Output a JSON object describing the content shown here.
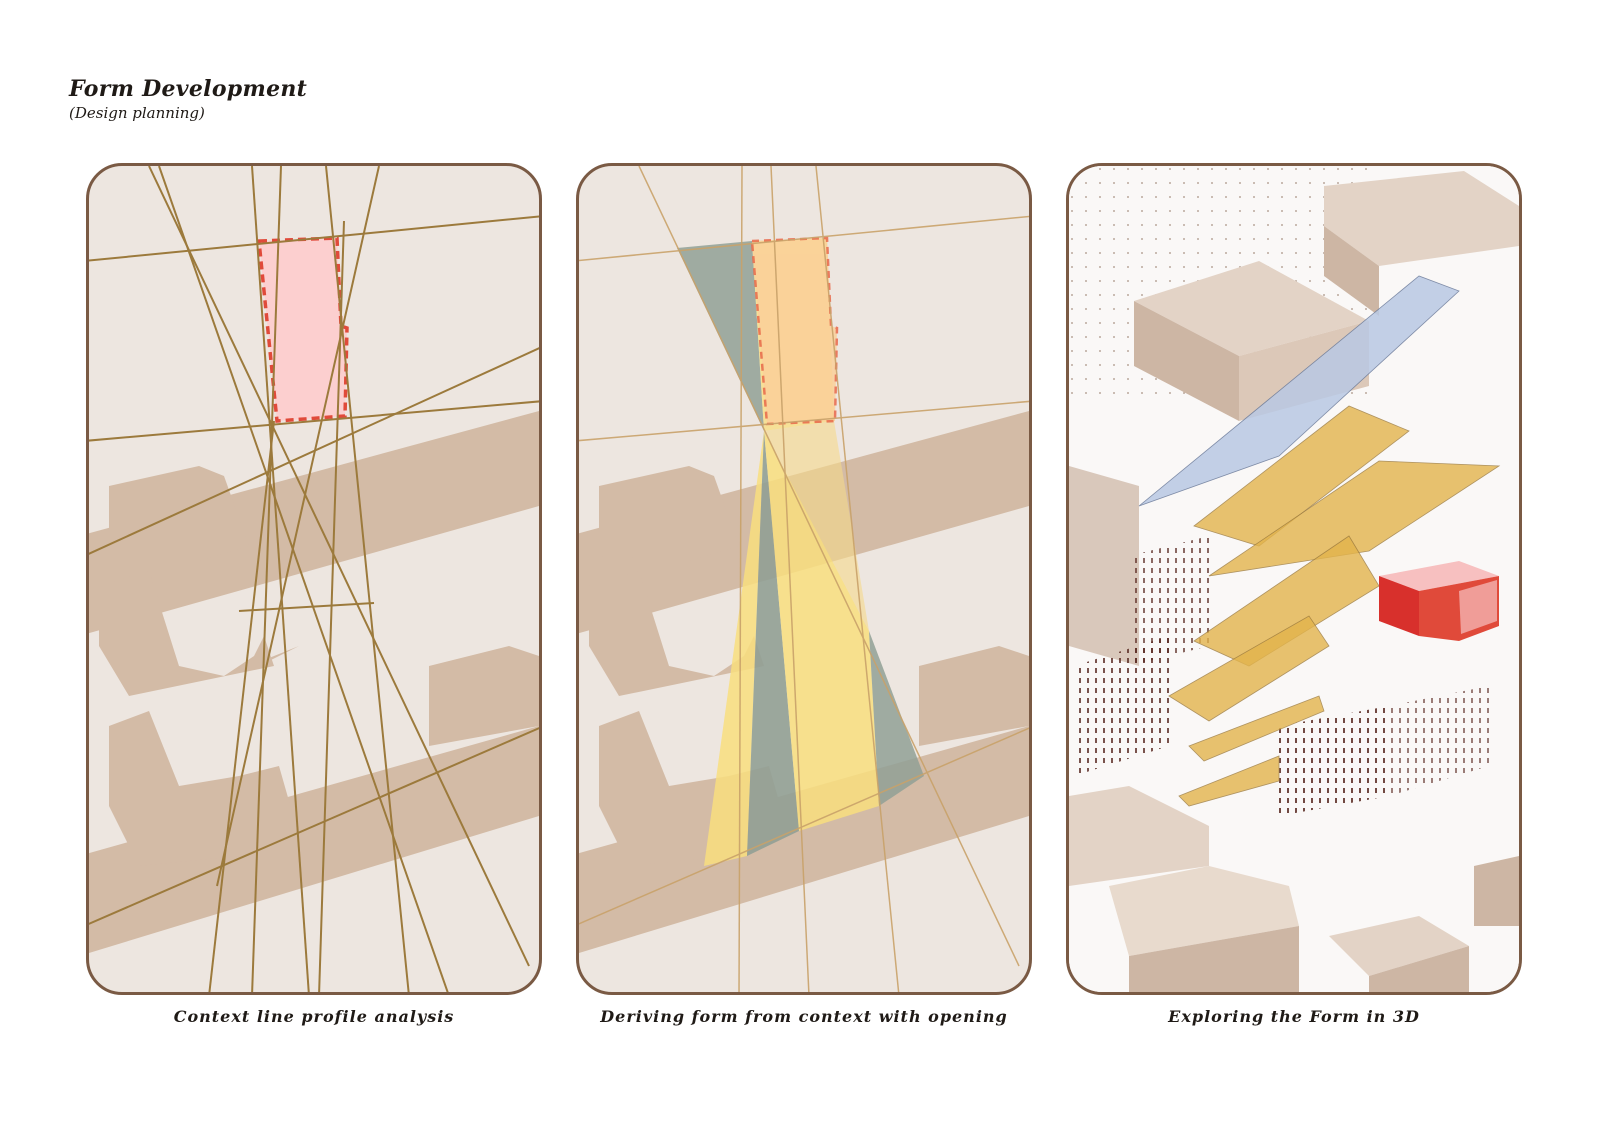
{
  "header": {
    "title": "Form Development",
    "subtitle": "(Design planning)"
  },
  "panels": [
    {
      "caption": "Context line profile analysis"
    },
    {
      "caption": "Deriving form from context with opening"
    },
    {
      "caption": "Exploring the Form in 3D"
    }
  ],
  "colors": {
    "frame": "#7a5a44",
    "paper": "#ede6e0",
    "building": "#d3bba6",
    "context_line": "#9c7a3c",
    "site_fill": "#fccfcf",
    "site_outline": "#e04a3a",
    "form_yellow": "#f8de7e",
    "form_teal": "#91a095",
    "form_gold": "#e3b44c",
    "form_blue": "#b9c9e4",
    "accent_red": "#d8302c"
  },
  "icons": {
    "site_boundary": "dashed-polygon",
    "building_block": "massing-box"
  }
}
